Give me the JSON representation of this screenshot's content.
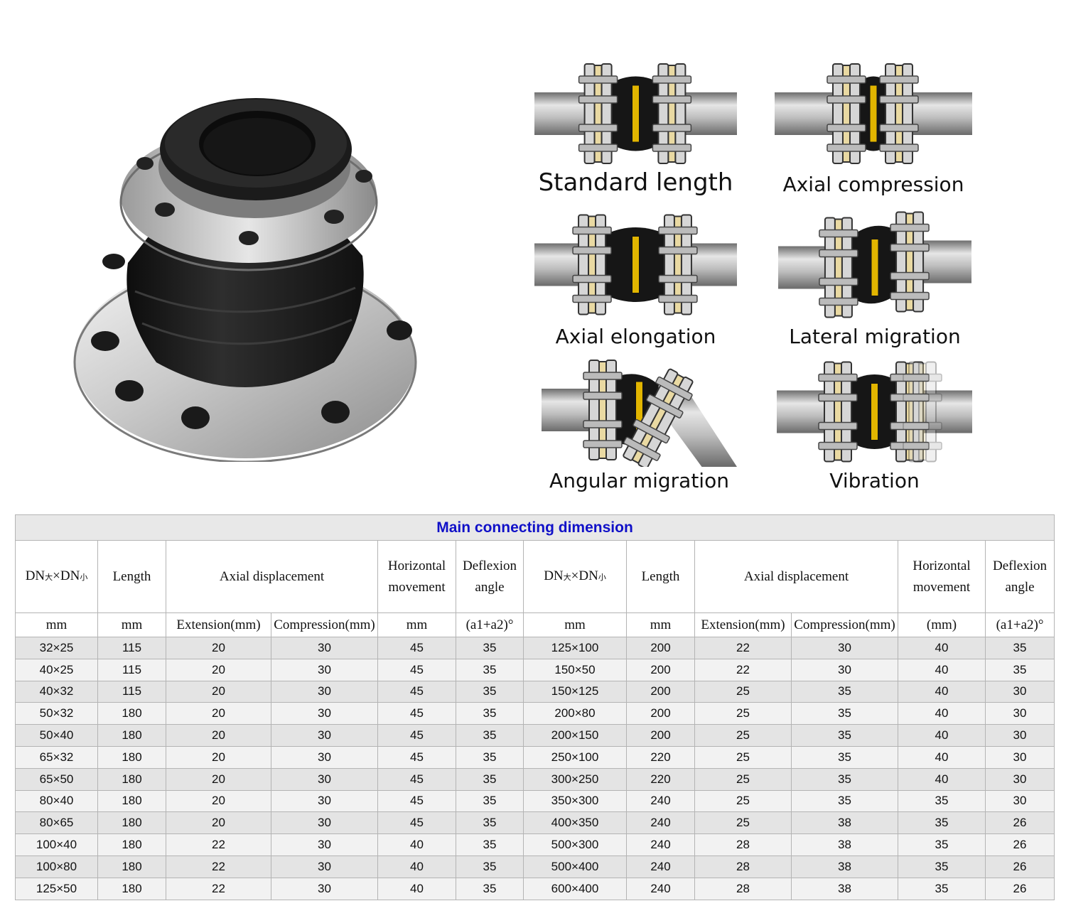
{
  "diagrams": [
    {
      "id": "standard",
      "caption": "Standard length"
    },
    {
      "id": "compression",
      "caption": "Axial compression"
    },
    {
      "id": "elongation",
      "caption": "Axial elongation"
    },
    {
      "id": "lateral",
      "caption": "Lateral migration"
    },
    {
      "id": "angular",
      "caption": "Angular migration"
    },
    {
      "id": "vibration",
      "caption": "Vibration"
    }
  ],
  "table": {
    "title": "Main connecting dimension",
    "headers": {
      "dn_prefix": "DN",
      "dn_big": "大",
      "dn_times": "×DN",
      "dn_small": "小",
      "length": "Length",
      "axial": "Axial displacement",
      "horizontal_1": "Horizontal",
      "horizontal_2": "movement",
      "deflexion_1": "Deflexion",
      "deflexion_2": "angle"
    },
    "units_left": [
      "mm",
      "mm",
      "Extension(mm)",
      "Compression(mm)",
      "mm",
      "(a1+a2)°"
    ],
    "units_right": [
      "mm",
      "mm",
      "Extension(mm)",
      "Compression(mm)",
      "(mm)",
      "(a1+a2)°"
    ],
    "rows": [
      [
        "32×25",
        "115",
        "20",
        "30",
        "45",
        "35",
        "125×100",
        "200",
        "22",
        "30",
        "40",
        "35"
      ],
      [
        "40×25",
        "115",
        "20",
        "30",
        "45",
        "35",
        "150×50",
        "200",
        "22",
        "30",
        "40",
        "35"
      ],
      [
        "40×32",
        "115",
        "20",
        "30",
        "45",
        "35",
        "150×125",
        "200",
        "25",
        "35",
        "40",
        "30"
      ],
      [
        "50×32",
        "180",
        "20",
        "30",
        "45",
        "35",
        "200×80",
        "200",
        "25",
        "35",
        "40",
        "30"
      ],
      [
        "50×40",
        "180",
        "20",
        "30",
        "45",
        "35",
        "200×150",
        "200",
        "25",
        "35",
        "40",
        "30"
      ],
      [
        "65×32",
        "180",
        "20",
        "30",
        "45",
        "35",
        "250×100",
        "220",
        "25",
        "35",
        "40",
        "30"
      ],
      [
        "65×50",
        "180",
        "20",
        "30",
        "45",
        "35",
        "300×250",
        "220",
        "25",
        "35",
        "40",
        "30"
      ],
      [
        "80×40",
        "180",
        "20",
        "30",
        "45",
        "35",
        "350×300",
        "240",
        "25",
        "35",
        "35",
        "30"
      ],
      [
        "80×65",
        "180",
        "20",
        "30",
        "45",
        "35",
        "400×350",
        "240",
        "25",
        "38",
        "35",
        "26"
      ],
      [
        "100×40",
        "180",
        "22",
        "30",
        "40",
        "35",
        "500×300",
        "240",
        "28",
        "38",
        "35",
        "26"
      ],
      [
        "100×80",
        "180",
        "22",
        "30",
        "40",
        "35",
        "500×400",
        "240",
        "28",
        "38",
        "35",
        "26"
      ],
      [
        "125×50",
        "180",
        "22",
        "30",
        "40",
        "35",
        "600×400",
        "240",
        "28",
        "38",
        "35",
        "26"
      ]
    ]
  }
}
